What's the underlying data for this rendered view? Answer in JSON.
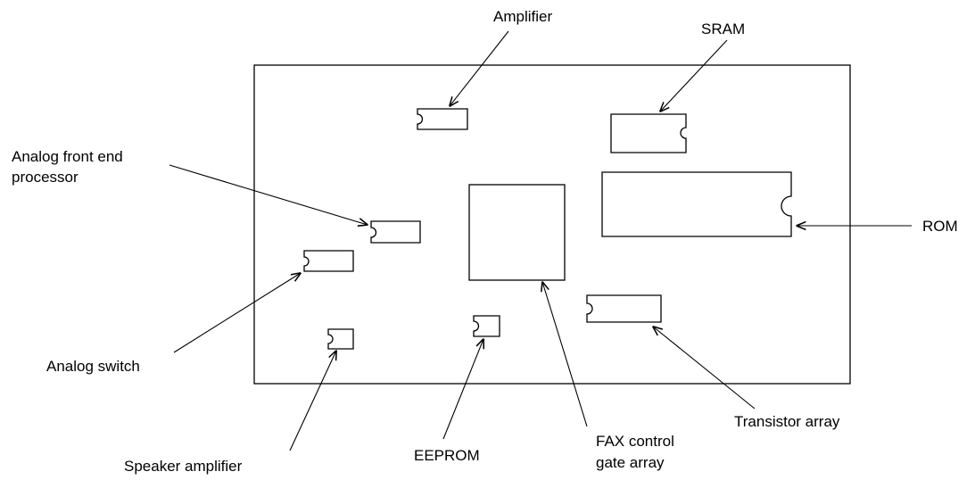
{
  "labels": {
    "amplifier": "Amplifier",
    "sram": "SRAM",
    "afe_line1": "Analog front end",
    "afe_line2": "processor",
    "rom": "ROM",
    "analog_switch": "Analog switch",
    "speaker_amplifier": "Speaker amplifier",
    "eeprom": "EEPROM",
    "fax_line1": "FAX control",
    "fax_line2": "gate array",
    "transistor_array": "Transistor array"
  }
}
